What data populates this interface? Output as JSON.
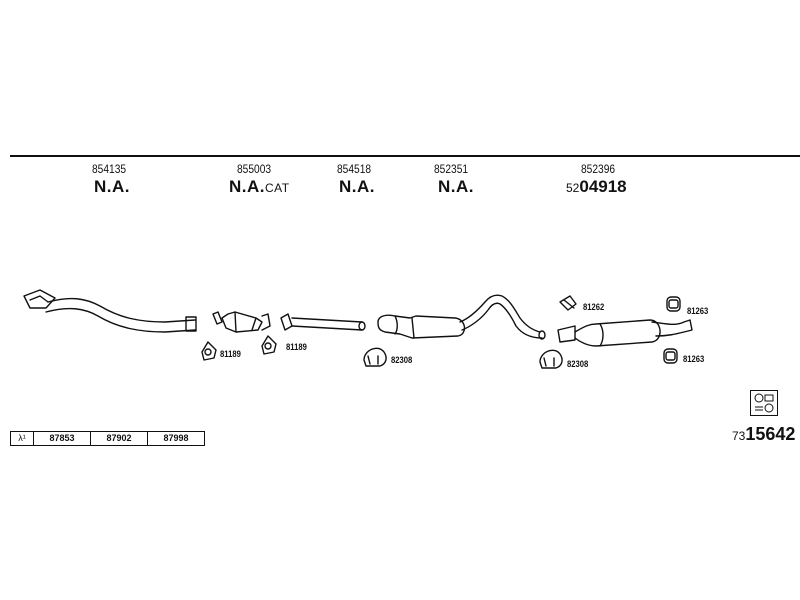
{
  "parts": [
    {
      "number": "854135",
      "status": "N.A.",
      "suffix": ""
    },
    {
      "number": "855003",
      "status": "N.A.",
      "suffix": "CAT"
    },
    {
      "number": "854518",
      "status": "N.A.",
      "suffix": ""
    },
    {
      "number": "852351",
      "status": "N.A.",
      "suffix": ""
    },
    {
      "number": "852396",
      "ref_prefix": "52",
      "ref_main": "04918"
    }
  ],
  "labels": {
    "gasket1": "81189",
    "gasket2": "81189",
    "clamp1": "82308",
    "hanger1": "81262",
    "ring1": "81263",
    "clamp2": "82308",
    "ring2": "81263"
  },
  "lambda": {
    "symbol": "λ¹",
    "codes": [
      "87853",
      "87902",
      "87998"
    ]
  },
  "bottom_ref": {
    "prefix": "73",
    "main": "15642"
  }
}
